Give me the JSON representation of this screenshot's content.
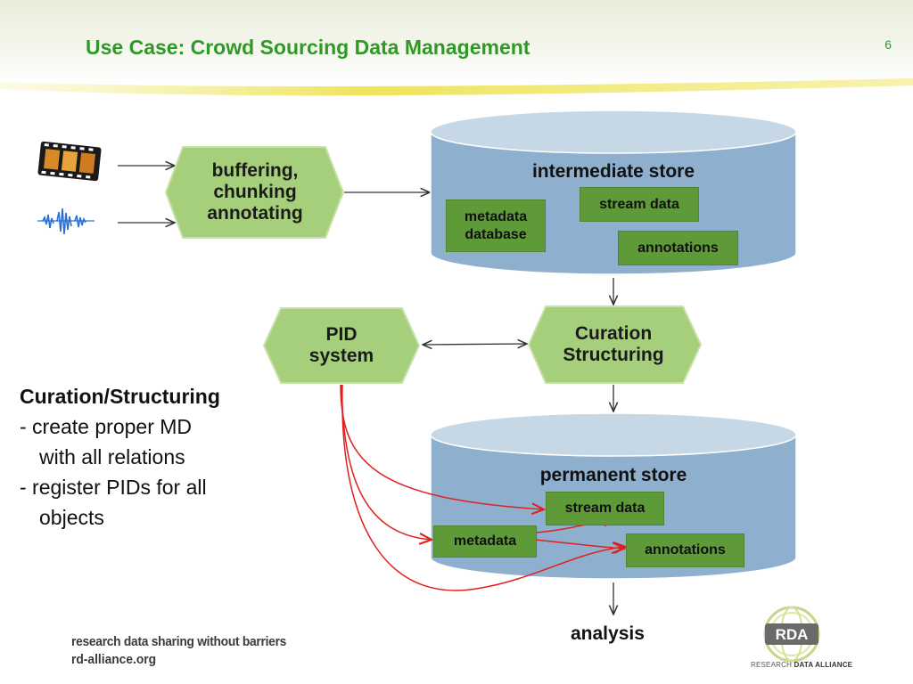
{
  "slide": {
    "title": "Use Case: Crowd Sourcing Data Management",
    "page_number": "6"
  },
  "diagram": {
    "inputs": [
      {
        "icon": "film-strip-icon"
      },
      {
        "icon": "audio-waveform-icon"
      }
    ],
    "buffering_box": "buffering,\nchunking\nannotating",
    "intermediate_store": {
      "title": "intermediate store",
      "items": [
        "stream data",
        "metadata\ndatabase",
        "annotations"
      ]
    },
    "pid_system": "PID\nsystem",
    "curation": "Curation\nStructuring",
    "permanent_store": {
      "title": "permanent store",
      "items": [
        "stream data",
        "metadata",
        "annotations"
      ]
    },
    "analysis": "analysis"
  },
  "notes": {
    "heading": "Curation/Structuring",
    "lines": [
      "- create proper MD",
      "with all relations",
      "- register PIDs for all",
      "objects"
    ]
  },
  "footer": {
    "tagline": "research data sharing without barriers",
    "url": "rd-alliance.org",
    "logo_text": "RDA",
    "logo_caption_light": "RESEARCH",
    "logo_caption_bold": "DATA ALLIANCE"
  },
  "colors": {
    "title_green": "#2e9a25",
    "hex_green": "#a6cf7b",
    "box_green": "#5f9a38",
    "store_blue": "#8fafcf",
    "store_top": "#c6d8e6",
    "arrow_red": "#e02020"
  }
}
